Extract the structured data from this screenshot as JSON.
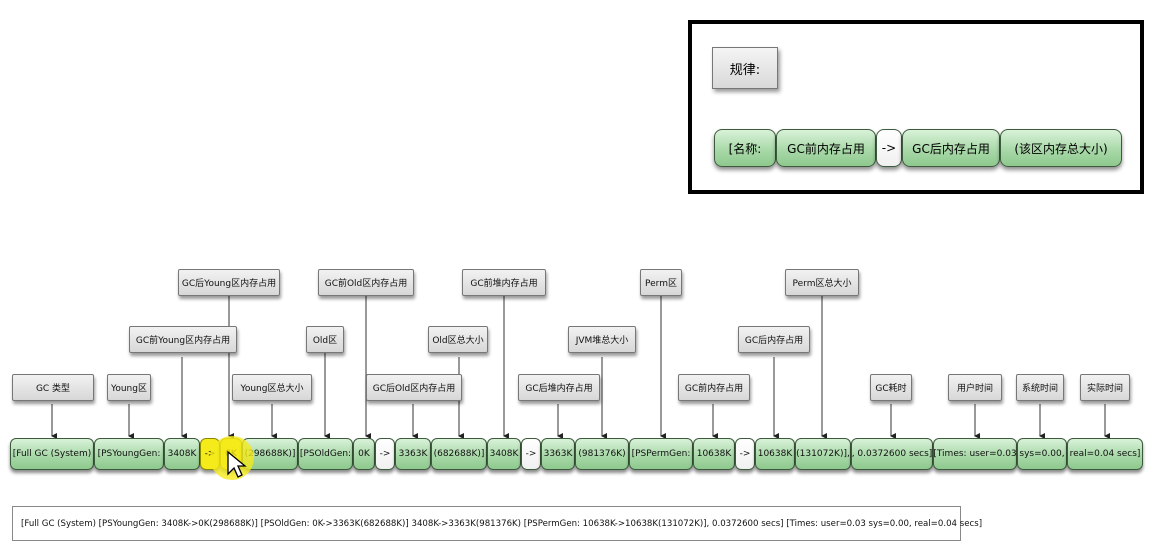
{
  "legend": {
    "title": "规律:",
    "segments": [
      "[名称:",
      "GC前内存占用",
      "->",
      "GC后内存占用",
      "(该区内存总大小)"
    ]
  },
  "log_segments": [
    "[Full GC (System)",
    "[PSYoungGen:",
    "3408K",
    "->",
    "0K",
    "(298688K)]",
    "[PSOldGen:",
    "0K",
    "->",
    "3363K",
    "(682688K)]",
    "3408K",
    "->",
    "3363K",
    "(981376K)",
    "[PSPermGen:",
    "10638K",
    "->",
    "10638K",
    "(131072K)],",
    ", 0.0372600 secs]",
    "[Times: user=0.03",
    "sys=0.00,",
    "real=0.04 secs]"
  ],
  "annotations": [
    "GC 类型",
    "Young区",
    "GC前Young区内存占用",
    "GC后Young区内存占用",
    "Young区总大小",
    "Old区",
    "GC前Old区内存占用",
    "GC后Old区内存占用",
    "Old区总大小",
    "GC前堆内存占用",
    "GC后堆内存占用",
    "JVM堆总大小",
    "Perm区",
    "GC前内存占用",
    "GC后内存占用",
    "Perm区总大小",
    "GC耗时",
    "用户时间",
    "系统时间",
    "实际时间"
  ],
  "raw_log": "[Full GC (System) [PSYoungGen: 3408K->0K(298688K)] [PSOldGen: 0K->3363K(682688K)] 3408K->3363K(981376K) [PSPermGen: 10638K->10638K(131072K)], 0.0372600 secs] [Times: user=0.03 sys=0.00, real=0.04 secs]",
  "colors": {
    "segment_fill": "#a9d9a9",
    "highlight": "#f5ea1a",
    "label_fill": "#d7d7d7",
    "border": "#000000"
  }
}
